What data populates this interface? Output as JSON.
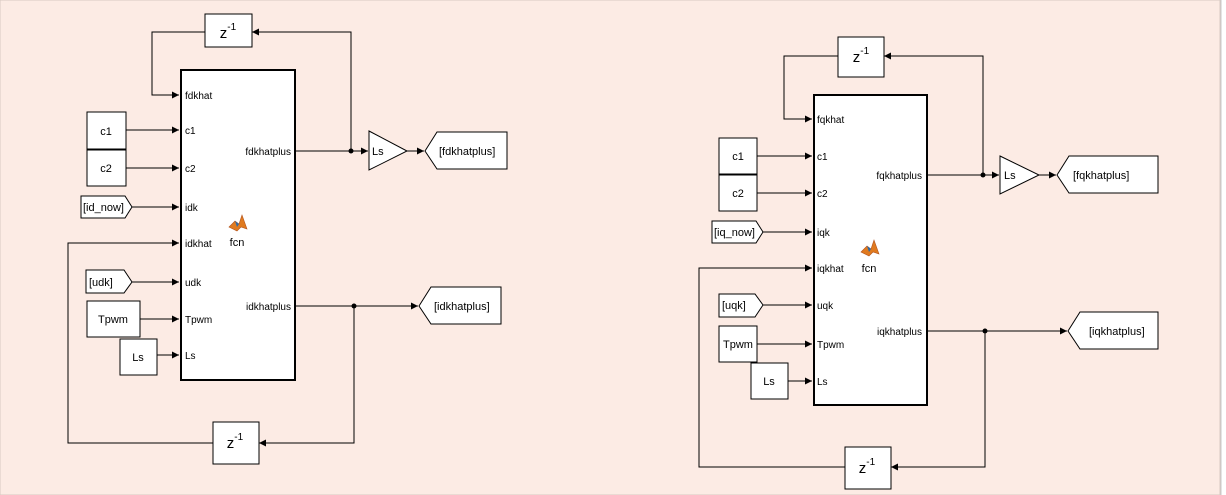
{
  "colors": {
    "background": "#fcebe4",
    "line": "#000000",
    "block": "#ffffff"
  },
  "left": {
    "fcn": {
      "label": "fcn",
      "icon": "matlab-icon",
      "inputs": [
        "fdkhat",
        "c1",
        "c2",
        "idk",
        "idkhat",
        "udk",
        "Tpwm",
        "Ls"
      ],
      "outputs": [
        "fdkhatplus",
        "idkhatplus"
      ]
    },
    "delay_top": {
      "base": "z",
      "exp": "-1"
    },
    "delay_bottom": {
      "base": "z",
      "exp": "-1"
    },
    "const_c1": "c1",
    "const_c2": "c2",
    "from_id_now": "[id_now]",
    "from_udk": "[udk]",
    "const_tpwm": "Tpwm",
    "const_ls": "Ls",
    "gain_ls": "Ls",
    "goto_fdkhatplus": "[fdkhatplus]",
    "goto_idkhatplus": "[idkhatplus]"
  },
  "right": {
    "fcn": {
      "label": "fcn",
      "icon": "matlab-icon",
      "inputs": [
        "fqkhat",
        "c1",
        "c2",
        "iqk",
        "iqkhat",
        "uqk",
        "Tpwm",
        "Ls"
      ],
      "outputs": [
        "fqkhatplus",
        "iqkhatplus"
      ]
    },
    "delay_top": {
      "base": "z",
      "exp": "-1"
    },
    "delay_bottom": {
      "base": "z",
      "exp": "-1"
    },
    "const_c1": "c1",
    "const_c2": "c2",
    "from_iq_now": "[iq_now]",
    "from_uqk": "[uqk]",
    "const_tpwm": "Tpwm",
    "const_ls": "Ls",
    "gain_ls": "Ls",
    "goto_fqkhatplus": "[fqkhatplus]",
    "goto_iqkhatplus": "[iqkhatplus]"
  }
}
